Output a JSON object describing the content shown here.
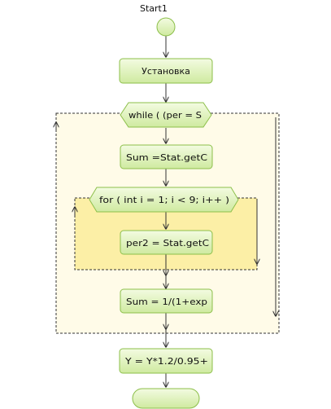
{
  "diagram": {
    "start_label": "Start1",
    "nodes": {
      "setup": "Установка",
      "while_cond": "while ( (per = S",
      "sum_get": "Sum =Stat.getC",
      "for_cond": "for ( int i = 1; i < 9; i++ )",
      "per2_get": "per2 = Stat.getC",
      "sum_exp": "Sum = 1/(1+exp",
      "y_calc": "Y = Y*1.2/0.95+"
    }
  },
  "colors": {
    "node_fill_top": "#f3fbe1",
    "node_fill_bottom": "#cfeaa0",
    "node_stroke": "#8cbf4a",
    "outer_loop_fill": "#fffbe8",
    "inner_loop_fill": "#fcefa6",
    "edge": "#333333"
  }
}
